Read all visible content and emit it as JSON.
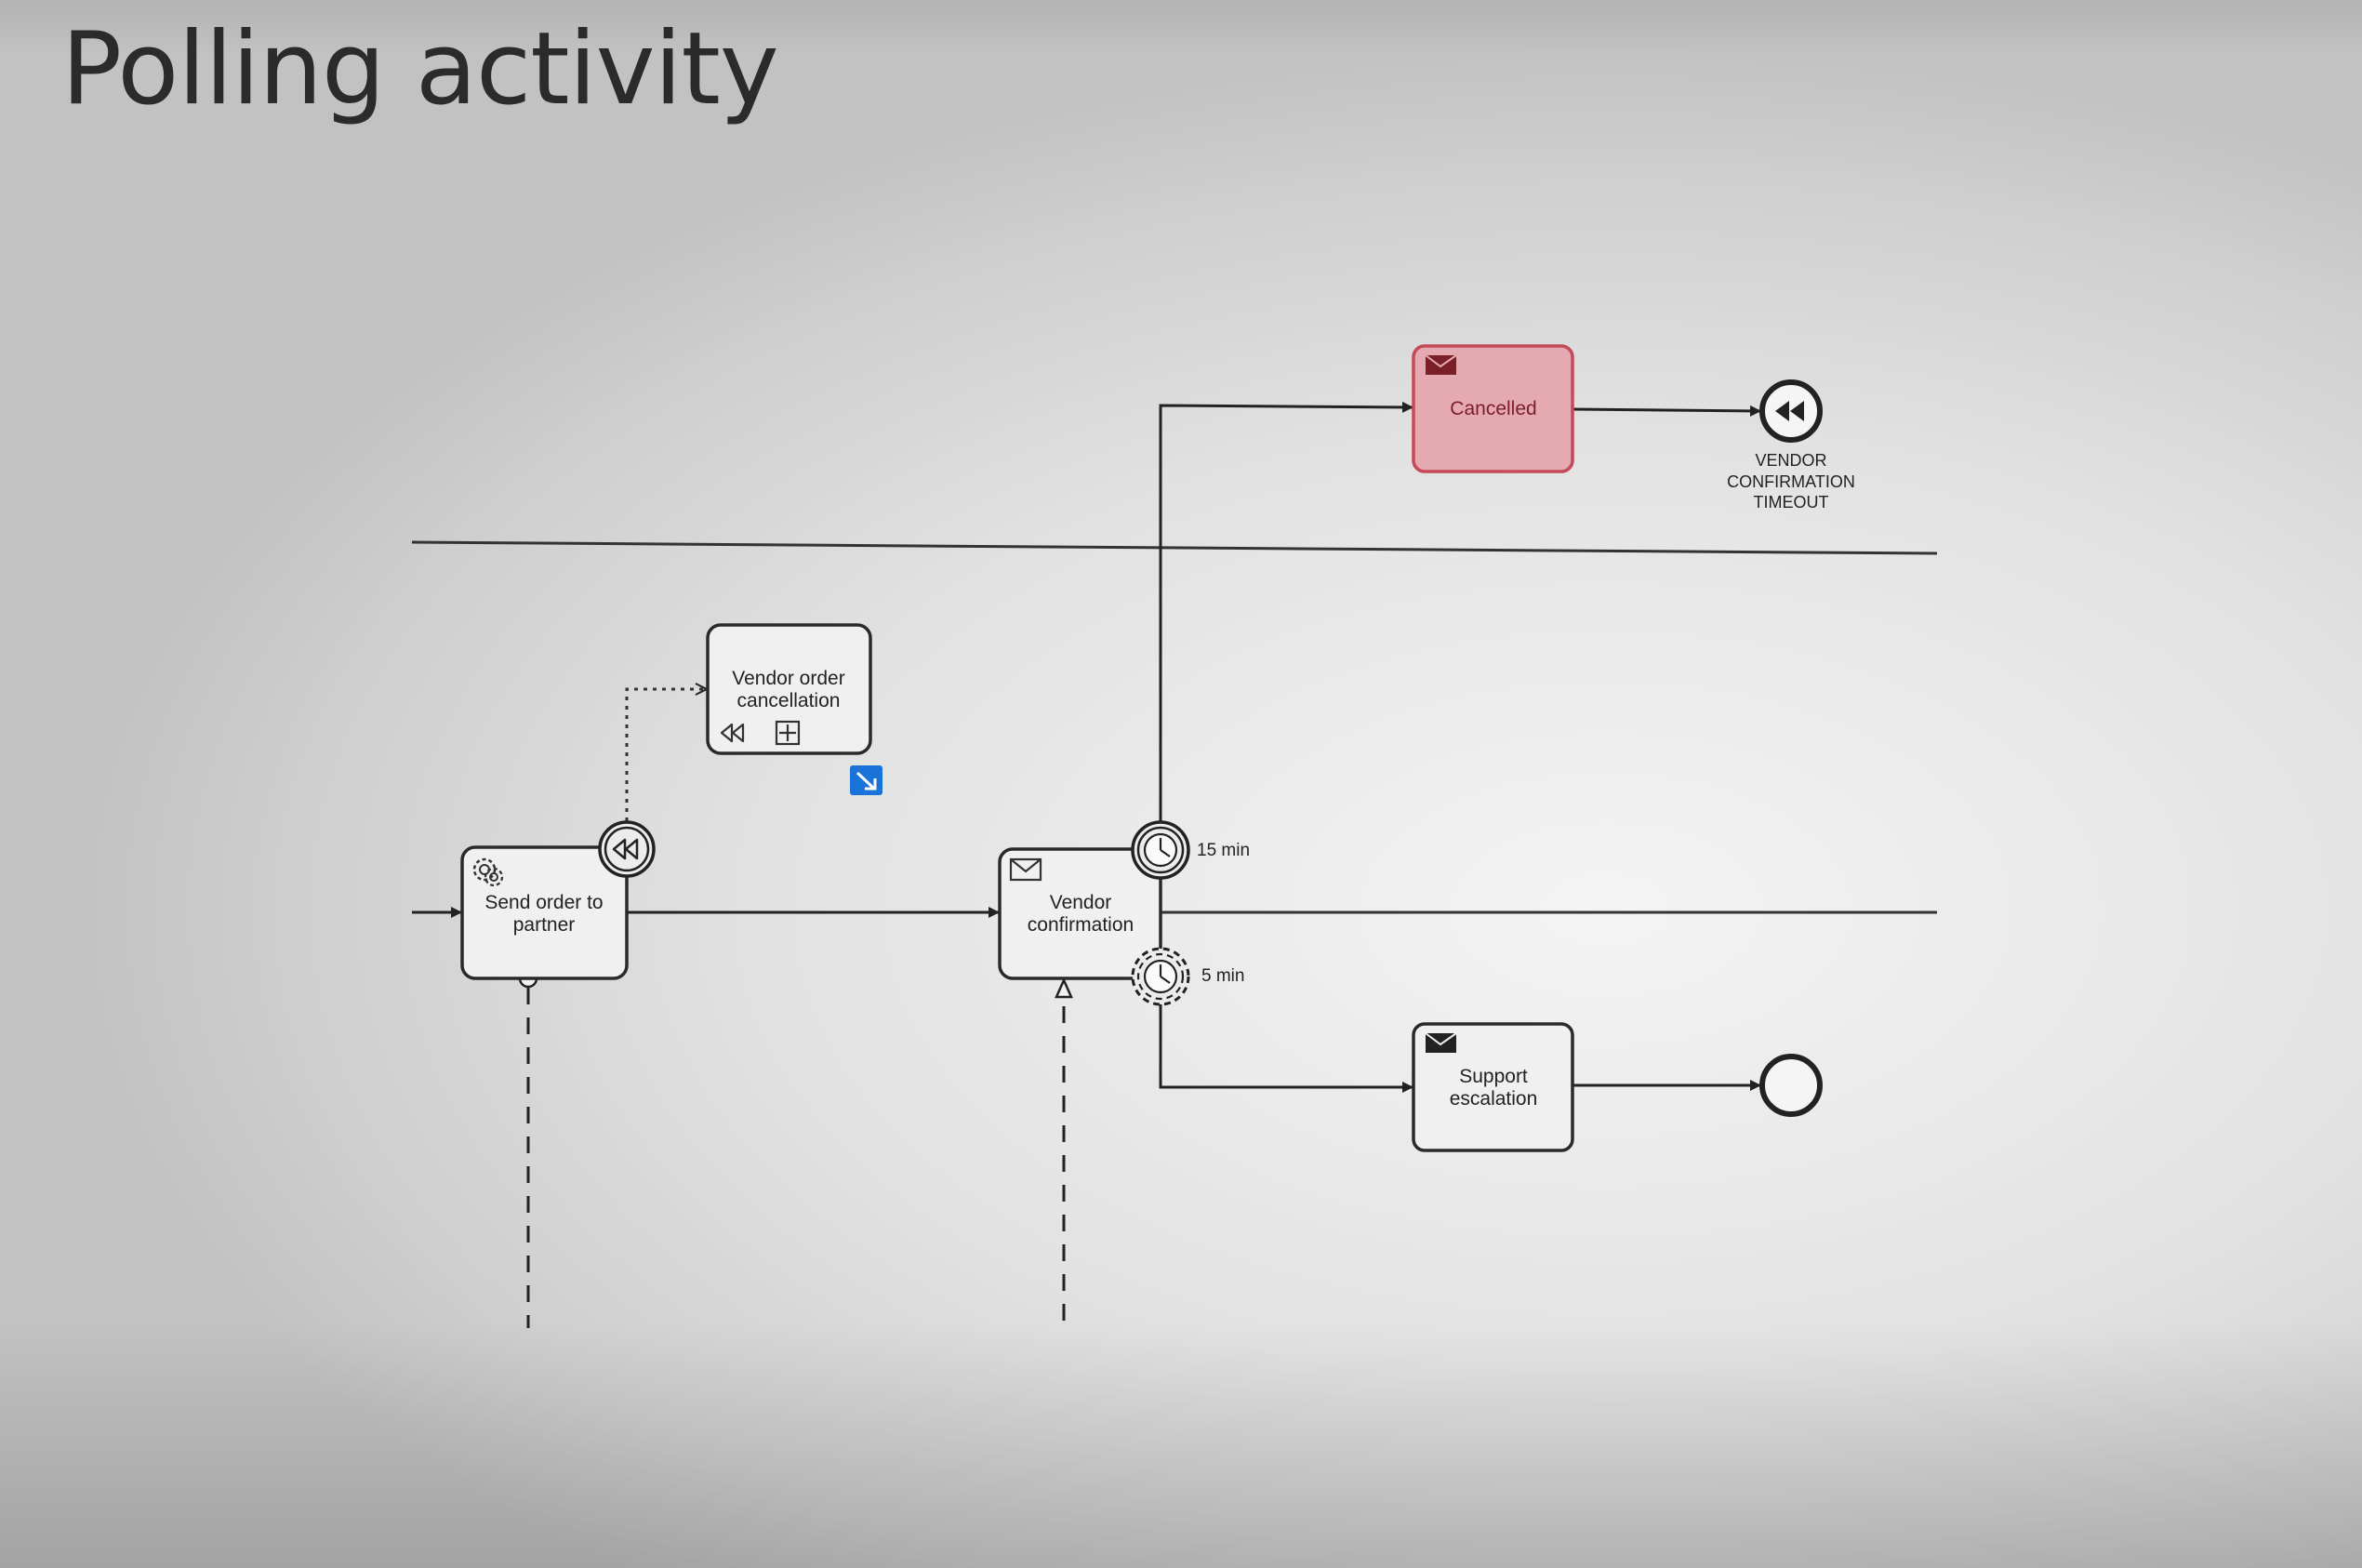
{
  "slide": {
    "title": "Polling activity"
  },
  "diagram": {
    "tasks": {
      "send_order": {
        "line1": "Send order to",
        "line2": "partner"
      },
      "vendor_order_cancellation": {
        "line1": "Vendor order",
        "line2": "cancellation"
      },
      "vendor_confirmation": {
        "line1": "Vendor",
        "line2": "confirmation"
      },
      "cancelled": {
        "label": "Cancelled"
      },
      "support_escalation": {
        "line1": "Support",
        "line2": "escalation"
      }
    },
    "timers": {
      "interrupting": {
        "label": "15 min"
      },
      "non_interrupting": {
        "label": "5 min"
      }
    },
    "end_events": {
      "compensation_end": {
        "line1": "VENDOR",
        "line2": "CONFIRMATION",
        "line3": "TIMEOUT"
      }
    },
    "colors": {
      "cancelled_fill": "#e5a9b2",
      "cancelled_stroke": "#c44a57",
      "cancelled_text": "#7a1e28",
      "selection_marker": "#1a73d9"
    }
  }
}
